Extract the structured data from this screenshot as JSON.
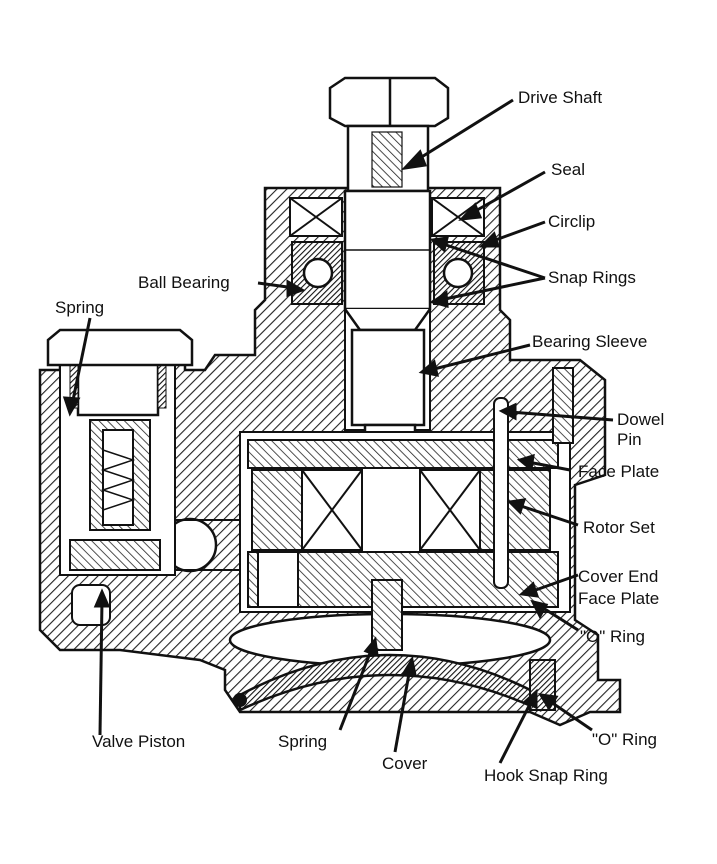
{
  "colors": {
    "ink": "#111111",
    "paper": "#ffffff",
    "hatch": "#222222"
  },
  "labels": {
    "drive_shaft": "Drive Shaft",
    "seal": "Seal",
    "circlip": "Circlip",
    "ball_bearing": "Ball Bearing",
    "snap_rings": "Snap Rings",
    "spring_top": "Spring",
    "bearing_sleeve": "Bearing Sleeve",
    "dowel": "Dowel",
    "pin": "Pin",
    "face_plate": "Face Plate",
    "rotor_set": "Rotor Set",
    "cover_end": "Cover End",
    "cover_end_face_plate": "Face Plate",
    "o_ring_right": "\"O\" Ring",
    "valve_piston": "Valve Piston",
    "spring_bottom": "Spring",
    "cover": "Cover",
    "o_ring_bottom": "\"O\" Ring",
    "hook_snap_ring": "Hook Snap Ring"
  }
}
